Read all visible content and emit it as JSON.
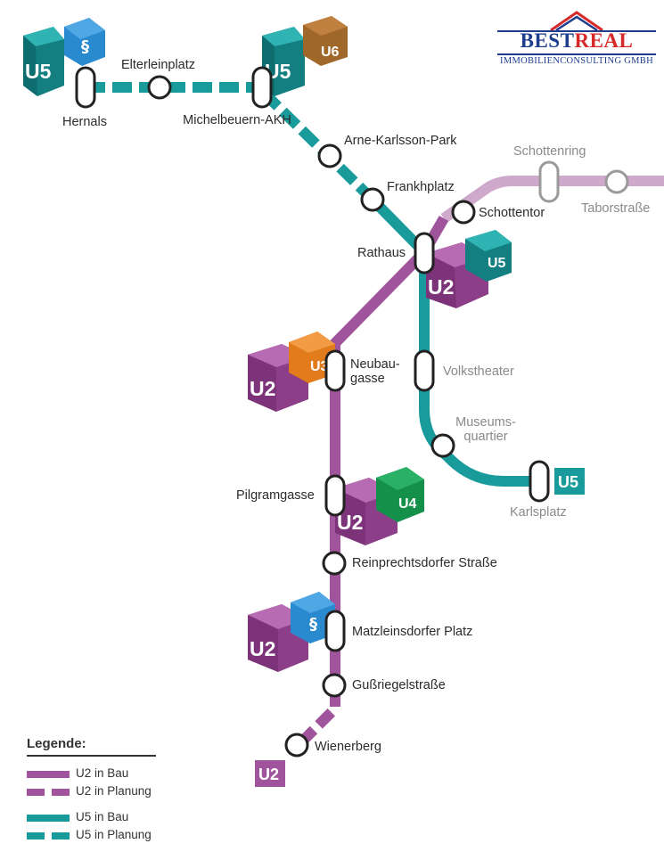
{
  "colors": {
    "u2": "#a0549c",
    "u2_light": "#c89bc6",
    "u5": "#199a9b",
    "u6": "#a0672a",
    "u3": "#e27b1c",
    "u4": "#14904a",
    "s_bahn": "#2a8ad0",
    "grey_line": "#cfa9cc",
    "station_ring": "#222222",
    "grey_ring": "#9a9a9a"
  },
  "logo": {
    "name_part1": "BEST",
    "name_part2": "REAL",
    "subtitle": "IMMOBILIENCONSULTING GMBH"
  },
  "stations": {
    "hernals": "Hernals",
    "elterleinplatz": "Elterleinplatz",
    "michelbeuern": "Michelbeuern-AKH",
    "arne": "Arne-Karlsson-Park",
    "frankhplatz": "Frankhplatz",
    "schottentor": "Schottentor",
    "schottenring": "Schottenring",
    "taborstrasse": "Taborstraße",
    "rathaus": "Rathaus",
    "neubaugasse": "Neubau-gasse",
    "volkstheater": "Volkstheater",
    "museumsquartier": "Museums-quartier",
    "karlsplatz": "Karlsplatz",
    "pilgramgasse": "Pilgramgasse",
    "reinprechtsdorfer": "Reinprechtsdorfer Straße",
    "matzleinsdorfer": "Matzleinsdorfer Platz",
    "gussriegelstrasse": "Gußriegelstraße",
    "wienerberg": "Wienerberg"
  },
  "badges": {
    "u5": "U5",
    "u6": "U6",
    "u2": "U2",
    "u3": "U3",
    "u4": "U4"
  },
  "legend": {
    "title": "Legende:",
    "items": [
      {
        "label": "U2 in Bau",
        "line": "u2",
        "style": "solid"
      },
      {
        "label": "U2 in Planung",
        "line": "u2",
        "style": "dashed"
      },
      {
        "label": "U5 in Bau",
        "line": "u5",
        "style": "solid"
      },
      {
        "label": "U5 in Planung",
        "line": "u5",
        "style": "dashed"
      }
    ]
  }
}
